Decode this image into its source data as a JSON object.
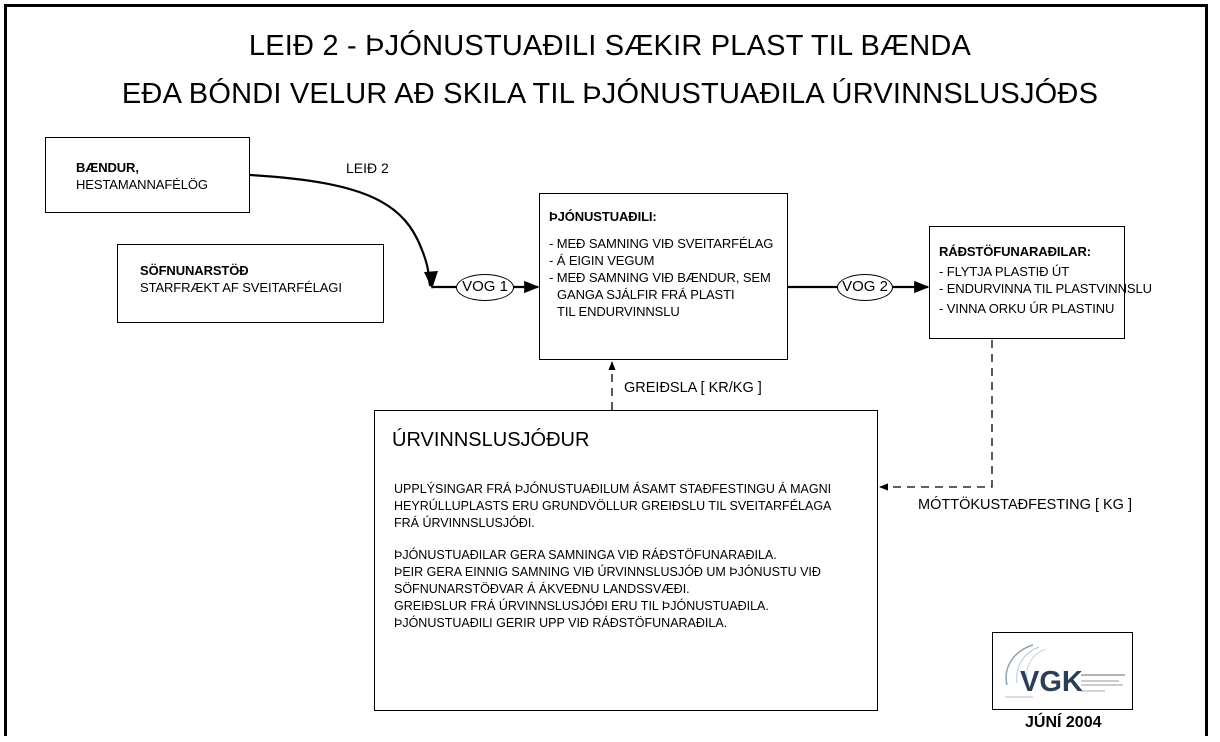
{
  "title": {
    "line1": "LEIÐ 2 - ÞJÓNUSTUAÐILI SÆKIR PLAST TIL BÆNDA",
    "line2": "EÐA BÓNDI VELUR AÐ SKILA TIL ÞJÓNUSTUAÐILA ÚRVINNSLUSJÓÐS"
  },
  "baendur": {
    "heading": "BÆNDUR,",
    "line": "HESTAMANNAFÉLÖG"
  },
  "leid2_label": "LEIÐ 2",
  "sofnunarstod": {
    "heading": "SÖFNUNARSTÖÐ",
    "line": "STARFRÆKT AF SVEITARFÉLAGI"
  },
  "vog1": "VOG 1",
  "vog2": "VOG 2",
  "thjonustuadili": {
    "heading": "ÞJÓNUSTUAÐILI:",
    "lines": [
      "- MEÐ SAMNING VIÐ SVEITARFÉLAG",
      "- Á EIGIN VEGUM",
      "- MEÐ SAMNING VIÐ BÆNDUR, SEM",
      "GANGA SJÁLFIR FRÁ PLASTI",
      "TIL ENDURVINNSLU"
    ]
  },
  "radstofunaradilar": {
    "heading": "RÁÐSTÖFUNARAÐILAR:",
    "lines": [
      "- FLYTJA PLASTIÐ ÚT",
      "- ENDURVINNA TIL PLASTVINNSLU",
      "- VINNA ORKU ÚR PLASTINU"
    ]
  },
  "greidsla_label": "GREIÐSLA [ KR/KG ]",
  "mottoku_label": "MÓTTÖKUSTAÐFESTING [ KG ]",
  "urvinnslusjodur": {
    "heading": "ÚRVINNSLUSJÓÐUR",
    "para1": [
      "UPPLÝSINGAR FRÁ ÞJÓNUSTUAÐILUM ÁSAMT STAÐFESTINGU Á MAGNI",
      "HEYRÚLLUPLASTS ERU GRUNDVÖLLUR GREIÐSLU TIL SVEITARFÉLAGA",
      "FRÁ ÚRVINNSLUSJÓÐI."
    ],
    "para2": [
      "ÞJÓNUSTUAÐILAR GERA SAMNINGA VIÐ RÁÐSTÖFUNARAÐILA.",
      "ÞEIR GERA EINNIG SAMNING VIÐ ÚRVINNSLUSJÓÐ UM ÞJÓNUSTU VIÐ",
      "SÖFNUNARSTÖÐVAR Á ÁKVEÐNU LANDSSVÆÐI.",
      "GREIÐSLUR FRÁ ÚRVINNSLUSJÓÐI ERU TIL ÞJÓNUSTUAÐILA.",
      "ÞJÓNUSTUAÐILI GERIR UPP VIÐ RÁÐSTÖFUNARAÐILA."
    ]
  },
  "logo": {
    "text": "VGK"
  },
  "date": "JÚNÍ 2004"
}
